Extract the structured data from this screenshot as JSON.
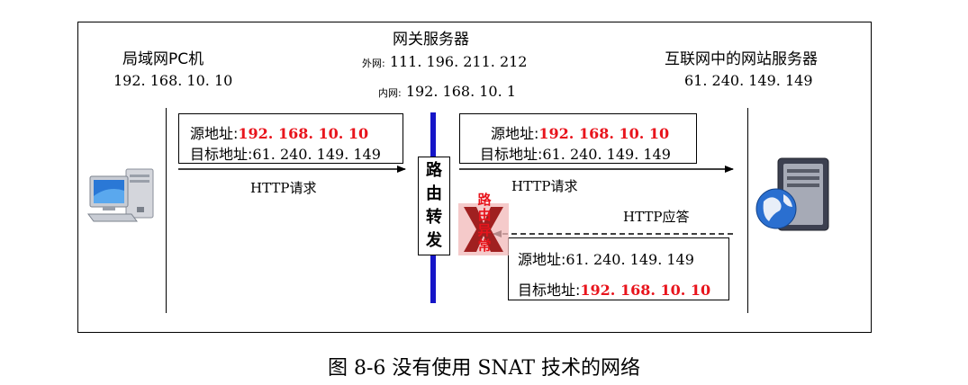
{
  "client": {
    "title": "局域网PC机",
    "ip": "192. 168. 10. 10"
  },
  "gateway": {
    "title": "网关服务器",
    "wan_label": "外网:",
    "wan_ip": "111. 196. 211. 212",
    "lan_label": "内网:",
    "lan_ip": "192. 168. 10. 1",
    "router_label": [
      "路",
      "由",
      "转",
      "发"
    ]
  },
  "server": {
    "title": "互联网中的网站服务器",
    "ip": "61. 240. 149. 149"
  },
  "packet_left": {
    "src_label": "源地址:",
    "src_value": "192. 168. 10. 10",
    "dst_label": "目标地址:",
    "dst_value": "61. 240. 149. 149",
    "arrow_label": "HTTP请求"
  },
  "packet_right": {
    "src_label": "源地址:",
    "src_value": "192. 168. 10. 10",
    "dst_label": "目标地址:",
    "dst_value": "61. 240. 149. 149",
    "arrow_label": "HTTP请求"
  },
  "packet_reply": {
    "arrow_label": "HTTP应答",
    "src_label": "源地址:",
    "src_value": "61. 240. 149. 149",
    "dst_label": "目标地址:",
    "dst_value": "192. 168. 10. 10"
  },
  "failure": {
    "text": "路由异常"
  },
  "caption": "图 8-6    没有使用 SNAT 技术的网络",
  "colors": {
    "highlight": "#e8141c",
    "network_line": "#1515c8",
    "failure_mark": "#a02020"
  }
}
